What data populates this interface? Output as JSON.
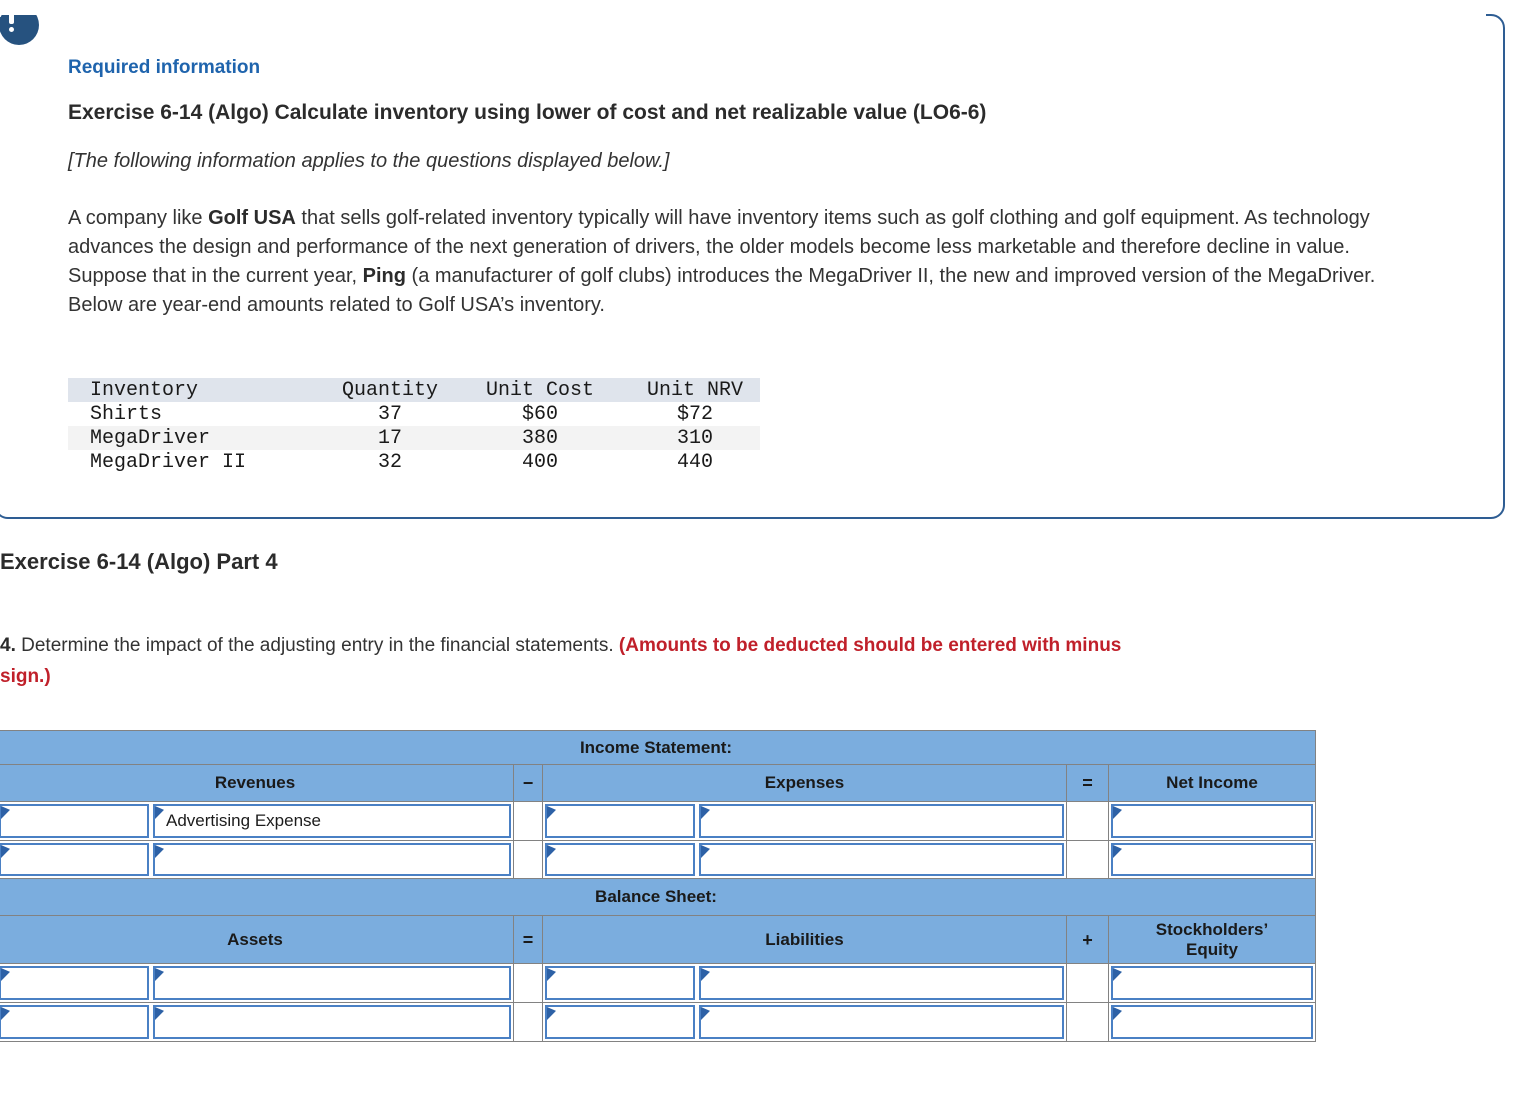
{
  "alert_card": {
    "icon": "exclamation",
    "required_label": "Required information",
    "title": "Exercise 6-14 (Algo) Calculate inventory using lower of cost and net realizable value (LO6-6)",
    "note": "[The following information applies to the questions displayed below.]",
    "para_1": "A company like ",
    "para_bold_1": "Golf USA",
    "para_2": " that sells golf-related inventory typically will have inventory items such as golf clothing and golf equipment. As technology advances the design and performance of the next generation of drivers, the older models become less marketable and therefore decline in value. Suppose that in the current year, ",
    "para_bold_2": "Ping",
    "para_3": " (a manufacturer of golf clubs) introduces the MegaDriver II, the new and improved version of the MegaDriver. Below are year-end amounts related to Golf USA’s inventory.",
    "inventory_table": {
      "headers": [
        "Inventory",
        "Quantity",
        "Unit Cost",
        "Unit NRV"
      ],
      "rows": [
        {
          "item": "Shirts",
          "qty": "37",
          "cost": "$60",
          "nrv": "$72"
        },
        {
          "item": "MegaDriver",
          "qty": "17",
          "cost": "380",
          "nrv": "310"
        },
        {
          "item": "MegaDriver II",
          "qty": "32",
          "cost": "400",
          "nrv": "440"
        }
      ]
    }
  },
  "part4": {
    "heading": "Exercise 6-14 (Algo) Part 4",
    "q_number": "4.",
    "q_text": " Determine the impact of the adjusting entry in the financial statements. ",
    "q_warning_line1": "(Amounts to be deducted should be entered with minus",
    "q_warning_line2": "sign.)"
  },
  "worksheet": {
    "income": {
      "title": "Income Statement:",
      "left_header": "Revenues",
      "op1": "−",
      "mid_header": "Expenses",
      "op2": "=",
      "right_header": "Net Income",
      "rows": [
        {
          "left_a": "",
          "left_b": "Advertising Expense",
          "mid_a": "",
          "mid_b": "",
          "right": ""
        },
        {
          "left_a": "",
          "left_b": "",
          "mid_a": "",
          "mid_b": "",
          "right": ""
        }
      ]
    },
    "balance": {
      "title": "Balance Sheet:",
      "left_header": "Assets",
      "op1": "=",
      "mid_header": "Liabilities",
      "op2": "+",
      "right_header": "Stockholders’\nEquity",
      "rows": [
        {
          "left_a": "",
          "left_b": "",
          "mid_a": "",
          "mid_b": "",
          "right": ""
        },
        {
          "left_a": "",
          "left_b": "",
          "mid_a": "",
          "mid_b": "",
          "right": ""
        }
      ]
    }
  },
  "colors": {
    "header_blue": "#7badde",
    "cell_border_blue": "#4a80c4",
    "marker_blue": "#2d61a6",
    "card_border_navy": "#2e5d93",
    "accent_blue": "#1f64ad",
    "warning_red": "#c0202a",
    "grid_gray": "#828282"
  }
}
